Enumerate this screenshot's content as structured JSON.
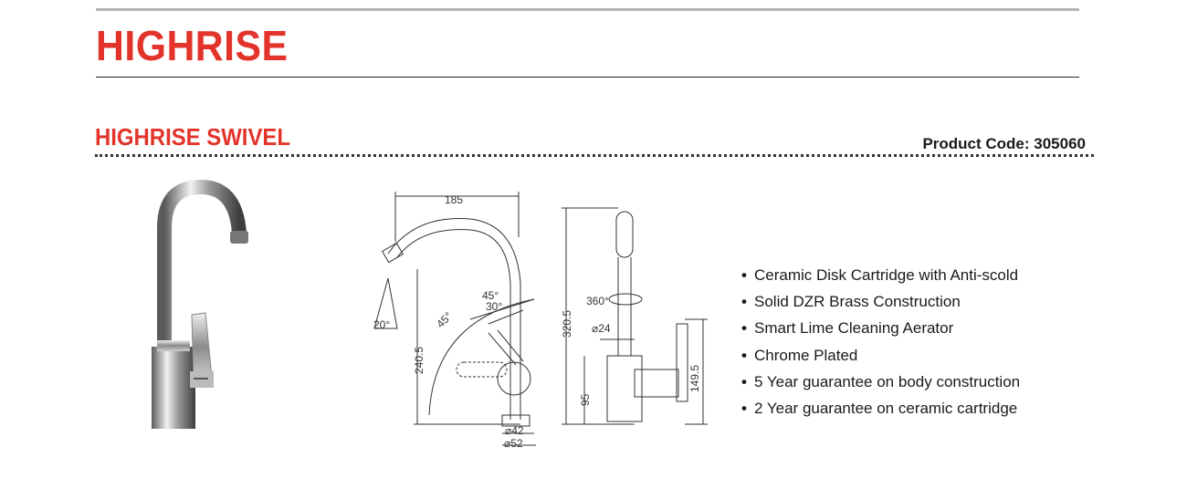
{
  "header": {
    "title": "HIGHRISE"
  },
  "product": {
    "name": "HIGHRISE SWIVEL",
    "code_label": "Product Code: 305060"
  },
  "drawing": {
    "dim_width": "185",
    "dim_height_front": "240.5",
    "dim_height_side": "320.5",
    "dim_base_height_side": "149.5",
    "dim_base_small": "95",
    "dim_diameter_inner": "⌀42",
    "dim_diameter_outer": "⌀52",
    "dim_pipe": "⌀24",
    "angle_swivel": "360°",
    "angle_45_a": "45°",
    "angle_45_b": "45°",
    "angle_30": "30°",
    "angle_20": "20°"
  },
  "features": [
    "Ceramic Disk Cartridge with Anti-scold",
    "Solid DZR Brass Construction",
    "Smart Lime Cleaning Aerator",
    "Chrome Plated",
    "5 Year guarantee on body construction",
    "2 Year guarantee on ceramic cartridge"
  ],
  "colors": {
    "accent": "#e3342b",
    "text": "#1a1a1a",
    "rule": "#b5b5b5"
  }
}
